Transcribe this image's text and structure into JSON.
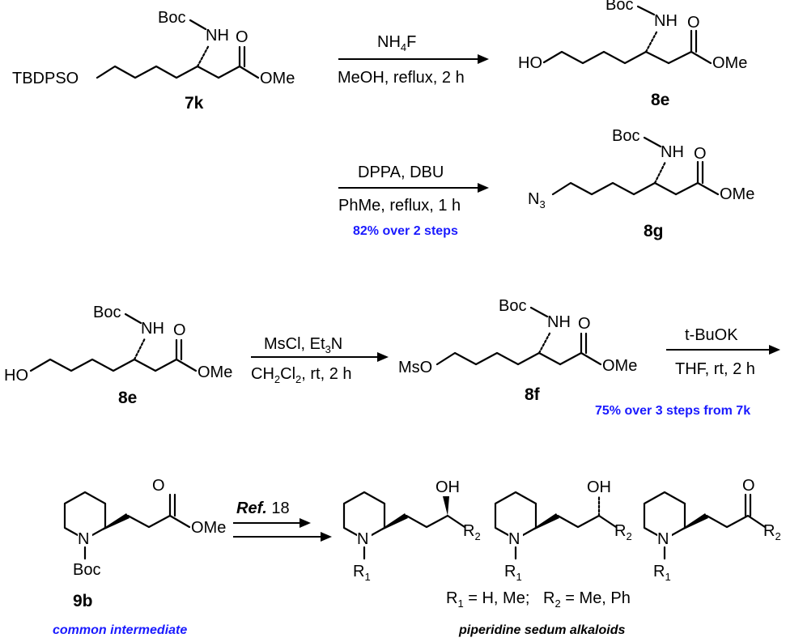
{
  "colors": {
    "ink": "#000000",
    "highlight": "#1a1aff"
  },
  "row1": {
    "start": {
      "protecting_group": "TBDPSO",
      "carbamate": "Boc",
      "amine": "NH",
      "carbonyl_o": "O",
      "ester": "OMe",
      "id": "7k"
    },
    "step1": {
      "reagent_main": "NH",
      "reagent_sub": "4",
      "reagent_end": "F",
      "conditions": "MeOH, reflux, 2 h"
    },
    "product": {
      "alcohol": "HO",
      "carbamate": "Boc",
      "amine": "NH",
      "carbonyl_o": "O",
      "ester": "OMe",
      "id": "8e"
    }
  },
  "row2": {
    "step": {
      "reagents": "DPPA, DBU",
      "conditions": "PhMe, reflux, 1 h",
      "yield": "82% over 2 steps"
    },
    "product": {
      "azide_main": "N",
      "azide_sub": "3",
      "carbamate": "Boc",
      "amine": "NH",
      "carbonyl_o": "O",
      "ester": "OMe",
      "id": "8g"
    }
  },
  "row3": {
    "start": {
      "alcohol": "HO",
      "carbamate": "Boc",
      "amine": "NH",
      "carbonyl_o": "O",
      "ester": "OMe",
      "id": "8e"
    },
    "step1": {
      "reagent_a": "MsCl, Et",
      "reagent_a_sub": "3",
      "reagent_a_end": "N",
      "cond_a": "CH",
      "cond_sub1": "2",
      "cond_b": "Cl",
      "cond_sub2": "2",
      "cond_c": ", rt, 2 h"
    },
    "product": {
      "mesylate": "MsO",
      "carbamate": "Boc",
      "amine": "NH",
      "carbonyl_o": "O",
      "ester": "OMe",
      "id": "8f"
    },
    "step2": {
      "reagents": "t-BuOK",
      "conditions": "THF, rt, 2 h",
      "yield": "75% over 3 steps from 7k"
    }
  },
  "row4": {
    "start": {
      "nitrogen": "N",
      "carbamate": "Boc",
      "carbonyl_o": "O",
      "ester": "OMe",
      "id": "9b",
      "caption": "common intermediate"
    },
    "step": {
      "ref_italic": "Ref.",
      "ref_num": " 18"
    },
    "alk1": {
      "nitrogen": "N",
      "r1": "R",
      "r1_sub": "1",
      "oh": "OH",
      "r2": "R",
      "r2_sub": "2"
    },
    "alk2": {
      "nitrogen": "N",
      "r1": "R",
      "r1_sub": "1",
      "oh": "OH",
      "r2": "R",
      "r2_sub": "2"
    },
    "alk3": {
      "nitrogen": "N",
      "r1": "R",
      "r1_sub": "1",
      "carbonyl_o": "O",
      "r2": "R",
      "r2_sub": "2"
    },
    "legend": {
      "r1": "R",
      "r1_sub": "1",
      "r1_def": " = H, Me;   ",
      "r2": "R",
      "r2_sub": "2",
      "r2_def": " = Me, Ph"
    },
    "caption": "piperidine sedum alkaloids"
  }
}
